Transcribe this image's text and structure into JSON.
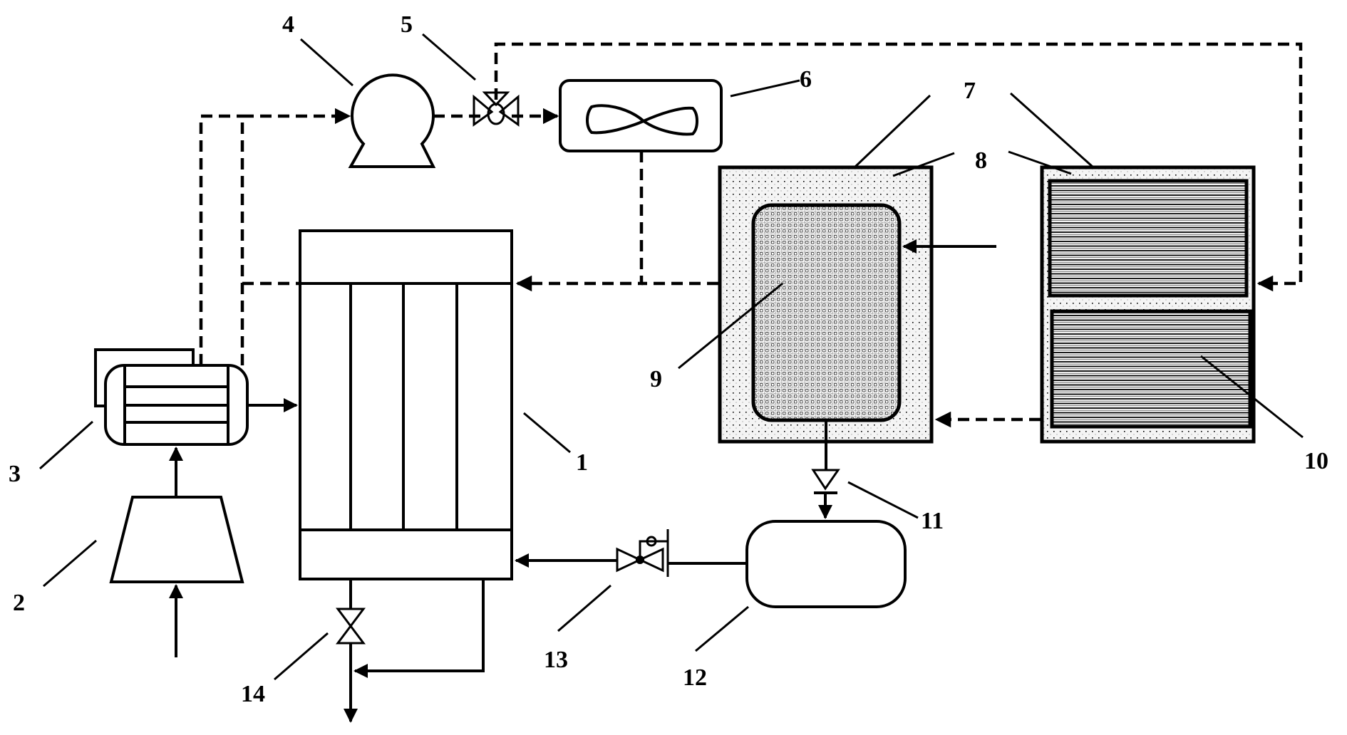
{
  "figure": {
    "type": "process-flow-diagram",
    "style": "black-and-white patent drawing",
    "legend_line_styles": {
      "solid": "liquid / main process line",
      "dashed": "gas / auxiliary line"
    }
  },
  "components": [
    {
      "number": "1",
      "name": "column",
      "label": "1"
    },
    {
      "number": "2",
      "name": "compressor",
      "label": "2"
    },
    {
      "number": "3",
      "name": "heat-exchanger",
      "label": "3"
    },
    {
      "number": "4",
      "name": "pump",
      "label": "4"
    },
    {
      "number": "5",
      "name": "three-way-valve",
      "label": "5"
    },
    {
      "number": "6",
      "name": "fan-unit",
      "label": "6"
    },
    {
      "number": "7",
      "name": "chamber",
      "label": "7"
    },
    {
      "number": "8",
      "name": "insulation-layer",
      "label": "8"
    },
    {
      "number": "9",
      "name": "inner-vessel",
      "label": "9"
    },
    {
      "number": "10",
      "name": "panel",
      "label": "10"
    },
    {
      "number": "11",
      "name": "check-valve",
      "label": "11"
    },
    {
      "number": "12",
      "name": "storage-tank",
      "label": "12"
    },
    {
      "number": "13",
      "name": "pressure-reducing-valve",
      "label": "13"
    },
    {
      "number": "14",
      "name": "drain-valve",
      "label": "14"
    }
  ],
  "colors": {
    "line": "#000000",
    "background": "#ffffff",
    "stipple_fill": "#f4f4f4"
  }
}
